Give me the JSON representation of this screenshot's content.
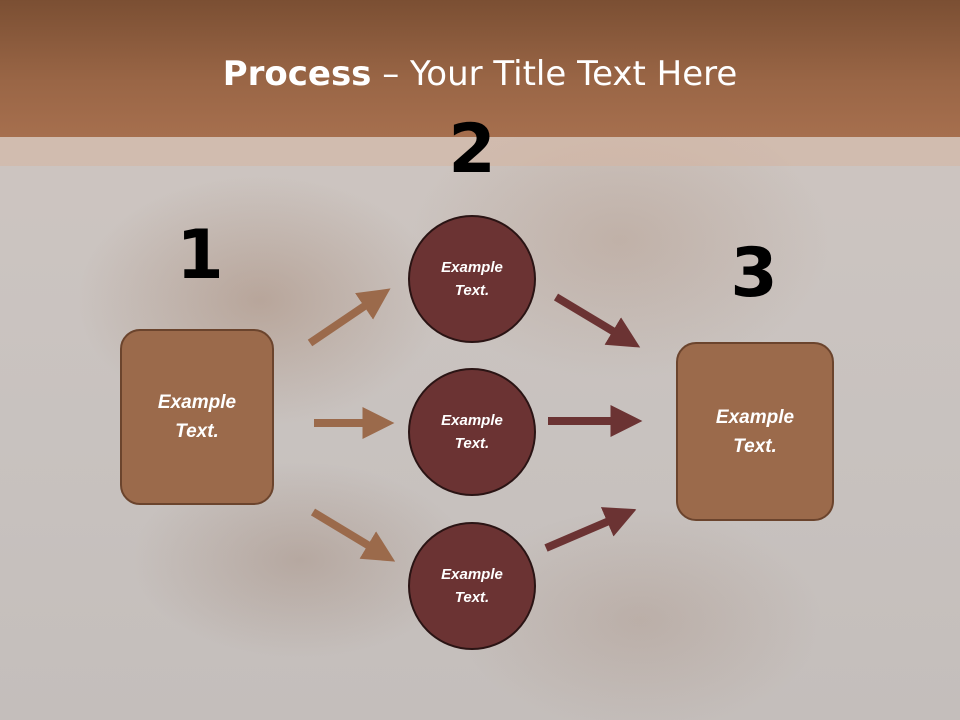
{
  "title": {
    "bold": "Process",
    "rest": " – Your Title Text Here"
  },
  "steps": {
    "one": "1",
    "two": "2",
    "three": "3"
  },
  "left_box": {
    "text": "Example Text."
  },
  "right_box": {
    "text": "Example Text."
  },
  "circles": [
    {
      "text": "Example Text."
    },
    {
      "text": "Example Text."
    },
    {
      "text": "Example Text."
    }
  ],
  "colors": {
    "header_band": "#9a6646",
    "box_fill": "#9b6a4b",
    "circle_fill": "#6b3333",
    "arrow_light": "#9b6a4b",
    "arrow_dark": "#6b3333"
  }
}
